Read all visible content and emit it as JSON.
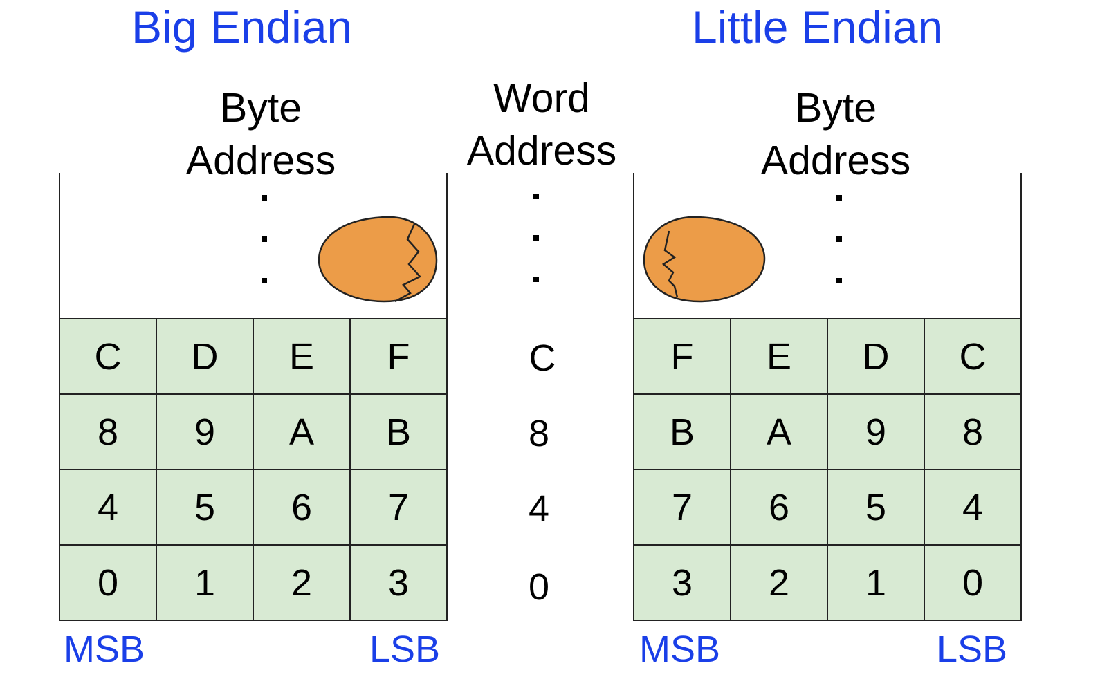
{
  "big_endian": {
    "title": "Big Endian",
    "byte_address_line1": "Byte",
    "byte_address_line2": "Address",
    "rows": [
      [
        "C",
        "D",
        "E",
        "F"
      ],
      [
        "8",
        "9",
        "A",
        "B"
      ],
      [
        "4",
        "5",
        "6",
        "7"
      ],
      [
        "0",
        "1",
        "2",
        "3"
      ]
    ],
    "left_label": "MSB",
    "right_label": "LSB"
  },
  "word_address": {
    "line1": "Word",
    "line2": "Address",
    "values": [
      "C",
      "8",
      "4",
      "0"
    ]
  },
  "little_endian": {
    "title": "Little Endian",
    "byte_address_line1": "Byte",
    "byte_address_line2": "Address",
    "rows": [
      [
        "F",
        "E",
        "D",
        "C"
      ],
      [
        "B",
        "A",
        "9",
        "8"
      ],
      [
        "7",
        "6",
        "5",
        "4"
      ],
      [
        "3",
        "2",
        "1",
        "0"
      ]
    ],
    "left_label": "MSB",
    "right_label": "LSB"
  },
  "colors": {
    "title": "#1a3fe8",
    "cell_fill": "#d8ead3",
    "egg_fill": "#ec9c48"
  },
  "icons": [
    "cracked-egg-icon-big-end",
    "cracked-egg-icon-little-end"
  ]
}
